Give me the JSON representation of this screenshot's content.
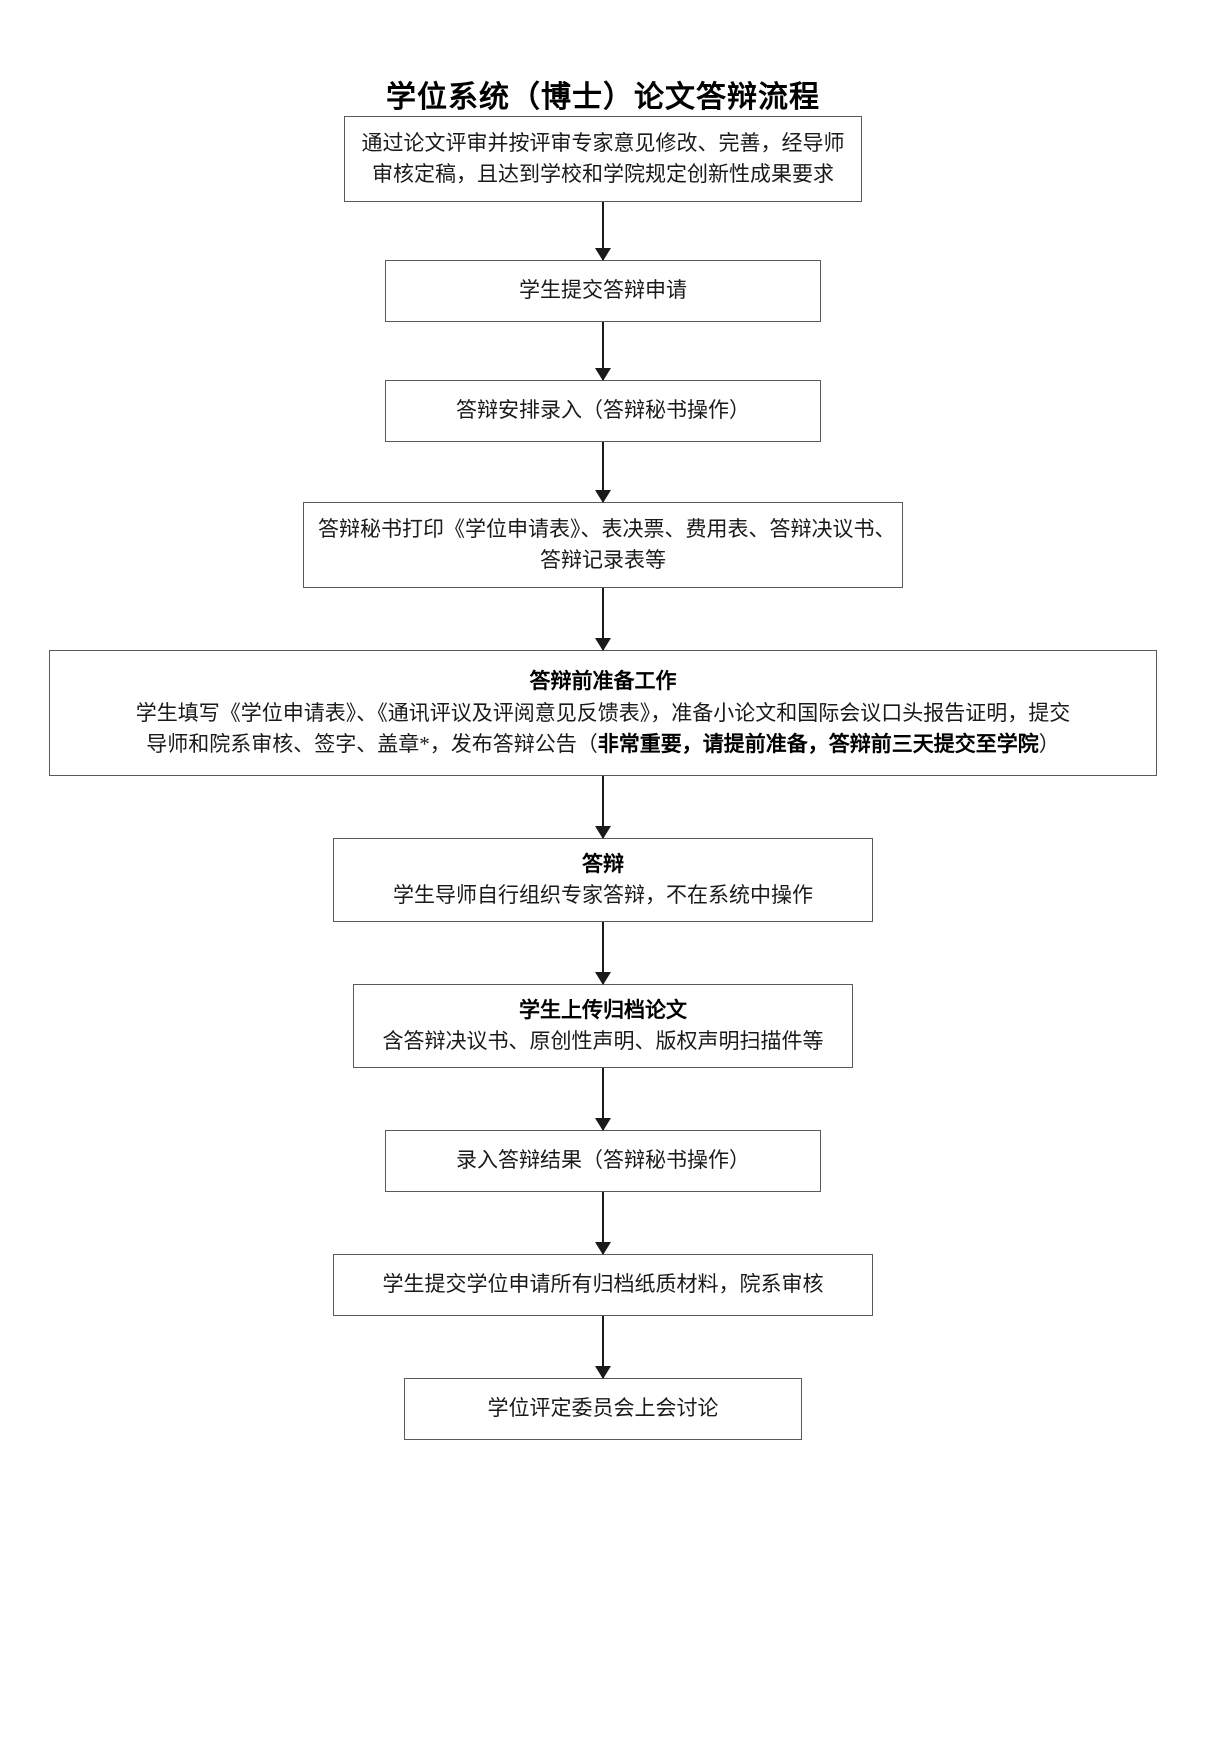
{
  "document": {
    "title": "学位系统（博士）论文答辩流程"
  },
  "flow": {
    "nodes": [
      {
        "id": "n1",
        "name": "requirements-box",
        "lines": [
          "通过论文评审并按评审专家意见修改、完善，经导师",
          "审核定稿，且达到学校和学院规定创新性成果要求"
        ]
      },
      {
        "id": "n2",
        "name": "submit-defense-application-box",
        "lines": [
          "学生提交答辩申请"
        ]
      },
      {
        "id": "n3",
        "name": "defense-arrangement-entry-box",
        "lines": [
          "答辩安排录入（答辩秘书操作）"
        ]
      },
      {
        "id": "n4",
        "name": "secretary-print-forms-box",
        "lines": [
          "答辩秘书打印《学位申请表》、表决票、费用表、答辩决议书、",
          "答辩记录表等"
        ]
      },
      {
        "id": "n5",
        "name": "pre-defense-preparation-box",
        "heading": "答辩前准备工作",
        "body_line1": "学生填写《学位申请表》、《通讯评议及评阅意见反馈表》，准备小论文和国际会议口头报告证明，提交",
        "body_line2_prefix": "导师和院系审核、签字、盖章*，发布答辩公告（",
        "body_line2_bold": "非常重要，请提前准备，答辩前三天提交至学院",
        "body_line2_suffix": "）"
      },
      {
        "id": "n6",
        "name": "defense-box",
        "heading": "答辩",
        "sub": "学生导师自行组织专家答辩，不在系统中操作"
      },
      {
        "id": "n7",
        "name": "upload-archive-thesis-box",
        "heading": "学生上传归档论文",
        "sub": "含答辩决议书、原创性声明、版权声明扫描件等"
      },
      {
        "id": "n8",
        "name": "enter-defense-result-box",
        "lines": [
          "录入答辩结果（答辩秘书操作）"
        ]
      },
      {
        "id": "n9",
        "name": "submit-paper-materials-box",
        "lines": [
          "学生提交学位申请所有归档纸质材料，院系审核"
        ]
      },
      {
        "id": "n10",
        "name": "degree-committee-discussion-box",
        "lines": [
          "学位评定委员会上会讨论"
        ]
      }
    ]
  },
  "colors": {
    "border": "#555b5e",
    "arrow": "#1a1a1a",
    "text": "#1a1a1a",
    "background": "#ffffff"
  }
}
